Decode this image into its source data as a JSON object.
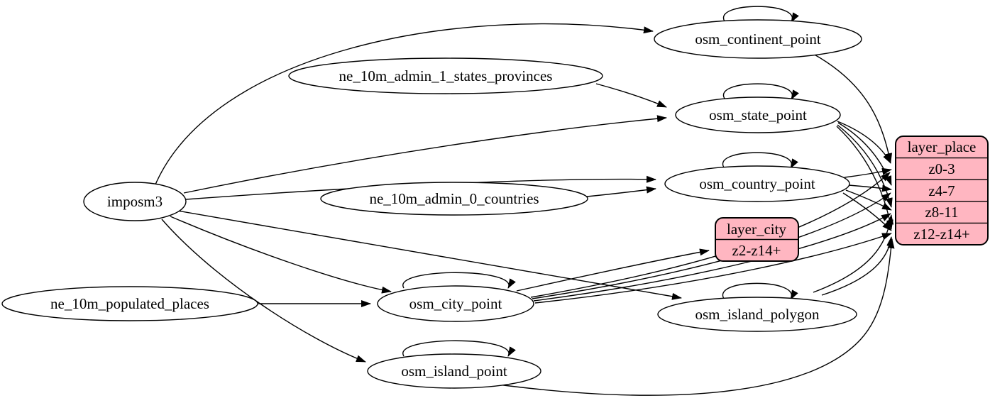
{
  "diagram": {
    "type": "graphviz-etl-graph",
    "background": "#ffffff",
    "node_fill": "#ffffff",
    "record_fill": "#ffb6c1",
    "stroke_color": "#000000",
    "source_nodes": {
      "imposm3": "imposm3",
      "ne_10m_populated_places": "ne_10m_populated_places",
      "ne_10m_admin_1_states_provinces": "ne_10m_admin_1_states_provinces",
      "ne_10m_admin_0_countries": "ne_10m_admin_0_countries"
    },
    "table_nodes": {
      "osm_continent_point": "osm_continent_point",
      "osm_state_point": "osm_state_point",
      "osm_country_point": "osm_country_point",
      "osm_city_point": "osm_city_point",
      "osm_island_polygon": "osm_island_polygon",
      "osm_island_point": "osm_island_point"
    },
    "layer_nodes": {
      "layer_place": {
        "title": "layer_place",
        "rows": [
          "z0-3",
          "z4-7",
          "z8-11",
          "z12-z14+"
        ]
      },
      "layer_city": {
        "title": "layer_city",
        "rows": [
          "z2-z14+"
        ]
      }
    },
    "edges": [
      {
        "from": "imposm3",
        "to": "osm_continent_point"
      },
      {
        "from": "imposm3",
        "to": "osm_state_point"
      },
      {
        "from": "imposm3",
        "to": "osm_country_point"
      },
      {
        "from": "imposm3",
        "to": "osm_city_point"
      },
      {
        "from": "imposm3",
        "to": "osm_island_polygon"
      },
      {
        "from": "imposm3",
        "to": "osm_island_point"
      },
      {
        "from": "ne_10m_admin_1_states_provinces",
        "to": "osm_state_point"
      },
      {
        "from": "ne_10m_admin_0_countries",
        "to": "osm_country_point"
      },
      {
        "from": "ne_10m_populated_places",
        "to": "osm_city_point"
      },
      {
        "from": "osm_continent_point",
        "to": "osm_continent_point"
      },
      {
        "from": "osm_state_point",
        "to": "osm_state_point"
      },
      {
        "from": "osm_country_point",
        "to": "osm_country_point"
      },
      {
        "from": "osm_city_point",
        "to": "osm_city_point"
      },
      {
        "from": "osm_island_polygon",
        "to": "osm_island_polygon"
      },
      {
        "from": "osm_island_point",
        "to": "osm_island_point"
      },
      {
        "from": "osm_continent_point",
        "to": "layer_place:z0-3"
      },
      {
        "from": "osm_state_point",
        "to": "layer_place:z0-3"
      },
      {
        "from": "osm_state_point",
        "to": "layer_place:z4-7"
      },
      {
        "from": "osm_state_point",
        "to": "layer_place:z8-11"
      },
      {
        "from": "osm_state_point",
        "to": "layer_place:z12-z14+"
      },
      {
        "from": "osm_country_point",
        "to": "layer_place:z0-3"
      },
      {
        "from": "osm_country_point",
        "to": "layer_place:z4-7"
      },
      {
        "from": "osm_country_point",
        "to": "layer_place:z8-11"
      },
      {
        "from": "osm_country_point",
        "to": "layer_place:z12-z14+"
      },
      {
        "from": "osm_city_point",
        "to": "layer_city:z2-z14+"
      },
      {
        "from": "osm_city_point",
        "to": "layer_place:z0-3"
      },
      {
        "from": "osm_city_point",
        "to": "layer_place:z4-7"
      },
      {
        "from": "osm_city_point",
        "to": "layer_place:z8-11"
      },
      {
        "from": "osm_city_point",
        "to": "layer_place:z12-z14+"
      },
      {
        "from": "osm_island_polygon",
        "to": "layer_place:z8-11"
      },
      {
        "from": "osm_island_polygon",
        "to": "layer_place:z12-z14+"
      },
      {
        "from": "osm_island_point",
        "to": "layer_place:z12-z14+"
      }
    ]
  }
}
